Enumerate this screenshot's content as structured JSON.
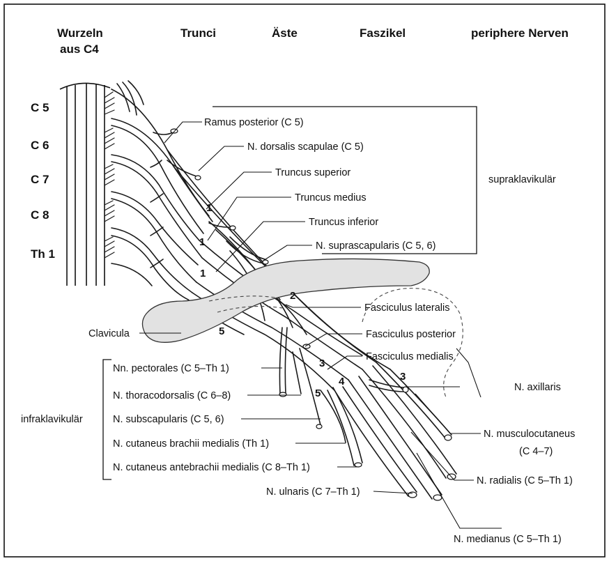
{
  "headers": {
    "roots": "Wurzeln",
    "roots_sub": "aus C4",
    "trunks": "Trunci",
    "branches": "Äste",
    "cords": "Faszikel",
    "peripheral": "periphere Nerven"
  },
  "segments": [
    "C 5",
    "C 6",
    "C 7",
    "C 8",
    "Th 1"
  ],
  "labels": {
    "ramus_posterior": "Ramus posterior (C 5)",
    "dorsalis_scapulae": "N. dorsalis scapulae (C 5)",
    "truncus_superior": "Truncus superior",
    "truncus_medius": "Truncus medius",
    "truncus_inferior": "Truncus inferior",
    "suprascapularis": "N. suprascapularis (C 5, 6)",
    "supraklavikular": "supraklavikulär",
    "fasciculus_lateralis": "Fasciculus lateralis",
    "clavicula": "Clavicula",
    "fasciculus_posterior": "Fasciculus posterior",
    "fasciculus_medialis": "Fasciculus medialis",
    "pectorales": "Nn. pectorales (C 5–Th 1)",
    "axillaris": "N. axillaris",
    "thoracodorsalis": "N. thoracodorsalis (C 6–8)",
    "infraklavikular": "infraklavikulär",
    "subscapularis": "N. subscapularis (C 5, 6)",
    "musculocutaneus": "N. musculocutaneus",
    "musculocutaneus_seg": "(C 4–7)",
    "cutaneus_brachii": "N. cutaneus brachii medialis (Th 1)",
    "cutaneus_antebrachii": "N. cutaneus antebrachii medialis (C 8–Th 1)",
    "radialis": "N. radialis (C 5–Th 1)",
    "ulnaris": "N. ulnaris (C 7–Th 1)",
    "medianus": "N. medianus (C 5–Th 1)"
  },
  "numbers": {
    "n1a": "1",
    "n1b": "1",
    "n1c": "1",
    "n2": "2",
    "n3a": "3",
    "n3b": "3",
    "n4": "4",
    "n5a": "5",
    "n5b": "5"
  }
}
